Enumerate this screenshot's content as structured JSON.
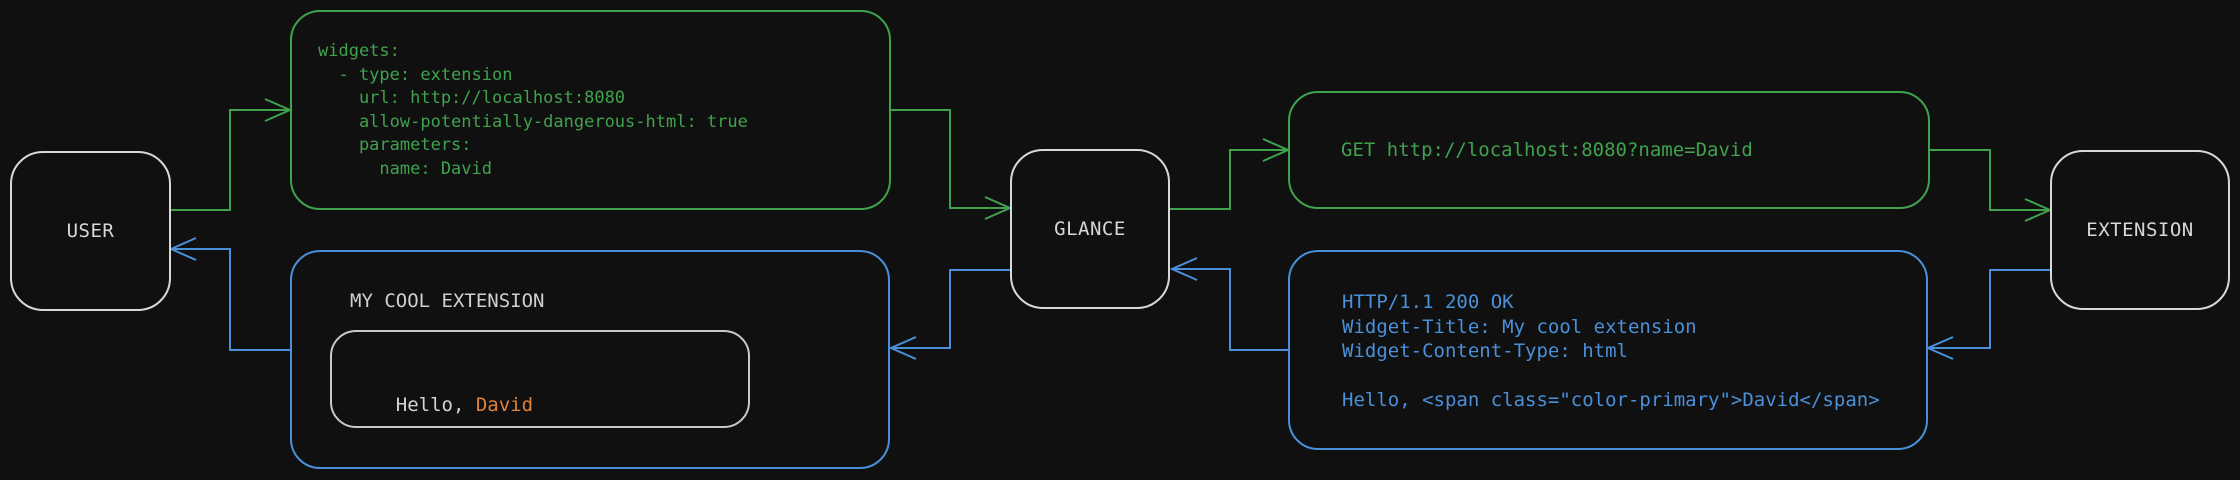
{
  "diagram": {
    "colors": {
      "background": "#101010",
      "request_green": "#3fa24d",
      "response_blue": "#4a90d9",
      "node_border": "#d8d8d8",
      "node_text": "#d8d8d8",
      "text_light": "#d4d4d4",
      "widget_title_gray": "#d0d0d0",
      "inner_border": "#c9c9c9",
      "accent_orange": "#e0813c"
    },
    "nodes": {
      "user": {
        "label": "USER"
      },
      "glance": {
        "label": "GLANCE"
      },
      "extension": {
        "label": "EXTENSION"
      }
    },
    "config_snippet": {
      "code": "widgets:\n  - type: extension\n    url: http://localhost:8080\n    allow-potentially-dangerous-html: true\n    parameters:\n      name: David"
    },
    "request_snippet": {
      "code": "GET http://localhost:8080?name=David"
    },
    "response_snippet": {
      "code": "HTTP/1.1 200 OK\nWidget-Title: My cool extension\nWidget-Content-Type: html\n\nHello, <span class=\"color-primary\">David</span>"
    },
    "rendered_widget": {
      "title": "MY COOL EXTENSION",
      "greeting_prefix": "Hello, ",
      "greeting_name": "David"
    },
    "edges": [
      {
        "from": "user",
        "to": "config_snippet",
        "color": "request_green"
      },
      {
        "from": "config_snippet",
        "to": "glance",
        "color": "request_green"
      },
      {
        "from": "glance",
        "to": "request_snippet",
        "color": "request_green"
      },
      {
        "from": "request_snippet",
        "to": "extension",
        "color": "request_green"
      },
      {
        "from": "extension",
        "to": "response_snippet",
        "color": "response_blue"
      },
      {
        "from": "response_snippet",
        "to": "glance",
        "color": "response_blue"
      },
      {
        "from": "glance",
        "to": "rendered_widget",
        "color": "response_blue"
      },
      {
        "from": "rendered_widget",
        "to": "user",
        "color": "response_blue"
      }
    ]
  }
}
